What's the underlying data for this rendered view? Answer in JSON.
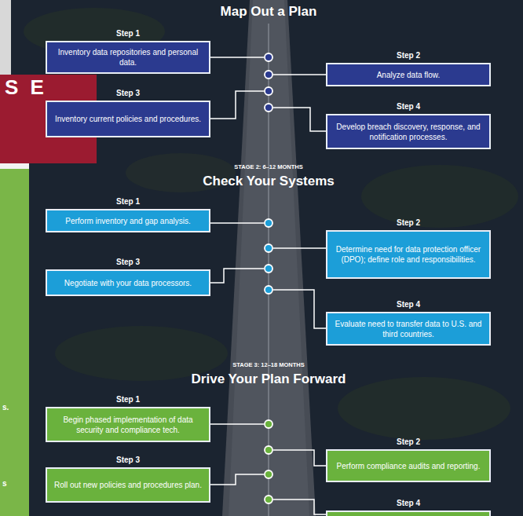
{
  "diagram": {
    "nodes": [
      {
        "text": [
          "Step 1",
          "Inventory data repositories and personal data."
        ]
      },
      {
        "text": [
          "Step 2",
          "Analyze data flow."
        ]
      },
      {
        "text": [
          "Step 3",
          "Inventory current policies and procedures."
        ]
      },
      {
        "text": [
          "Step 4",
          "Develop breach discovery, response, and notification processes."
        ]
      },
      {
        "text": [
          "Step 1",
          "Perform inventory and gap analysis."
        ]
      },
      {
        "text": [
          "Step 2",
          "Determine need for data protection officer (DPO); define role and responsibilities."
        ]
      },
      {
        "text": [
          "Step 3",
          "Negotiate with your data processors."
        ]
      },
      {
        "text": [
          "Step 4",
          "Evaluate need to transfer data to U.S. and third countries."
        ]
      },
      {
        "text": [
          "Step 1",
          "Begin phased implementation of data security and compliance tech."
        ]
      },
      {
        "text": [
          "Step 2",
          "Perform compliance audits and reporting."
        ]
      },
      {
        "text": [
          "Step 3",
          "Roll out new policies and procedures plan."
        ]
      },
      {
        "text": [
          "Step 4"
        ]
      }
    ],
    "labels": [
      "Map Out a Plan",
      "STAGE 2: 6–12 MONTHS",
      "Check Your Systems",
      "STAGE 3: 12–18 MONTHS",
      "Drive Your Plan Forward",
      "S E",
      "s.",
      "s"
    ]
  }
}
